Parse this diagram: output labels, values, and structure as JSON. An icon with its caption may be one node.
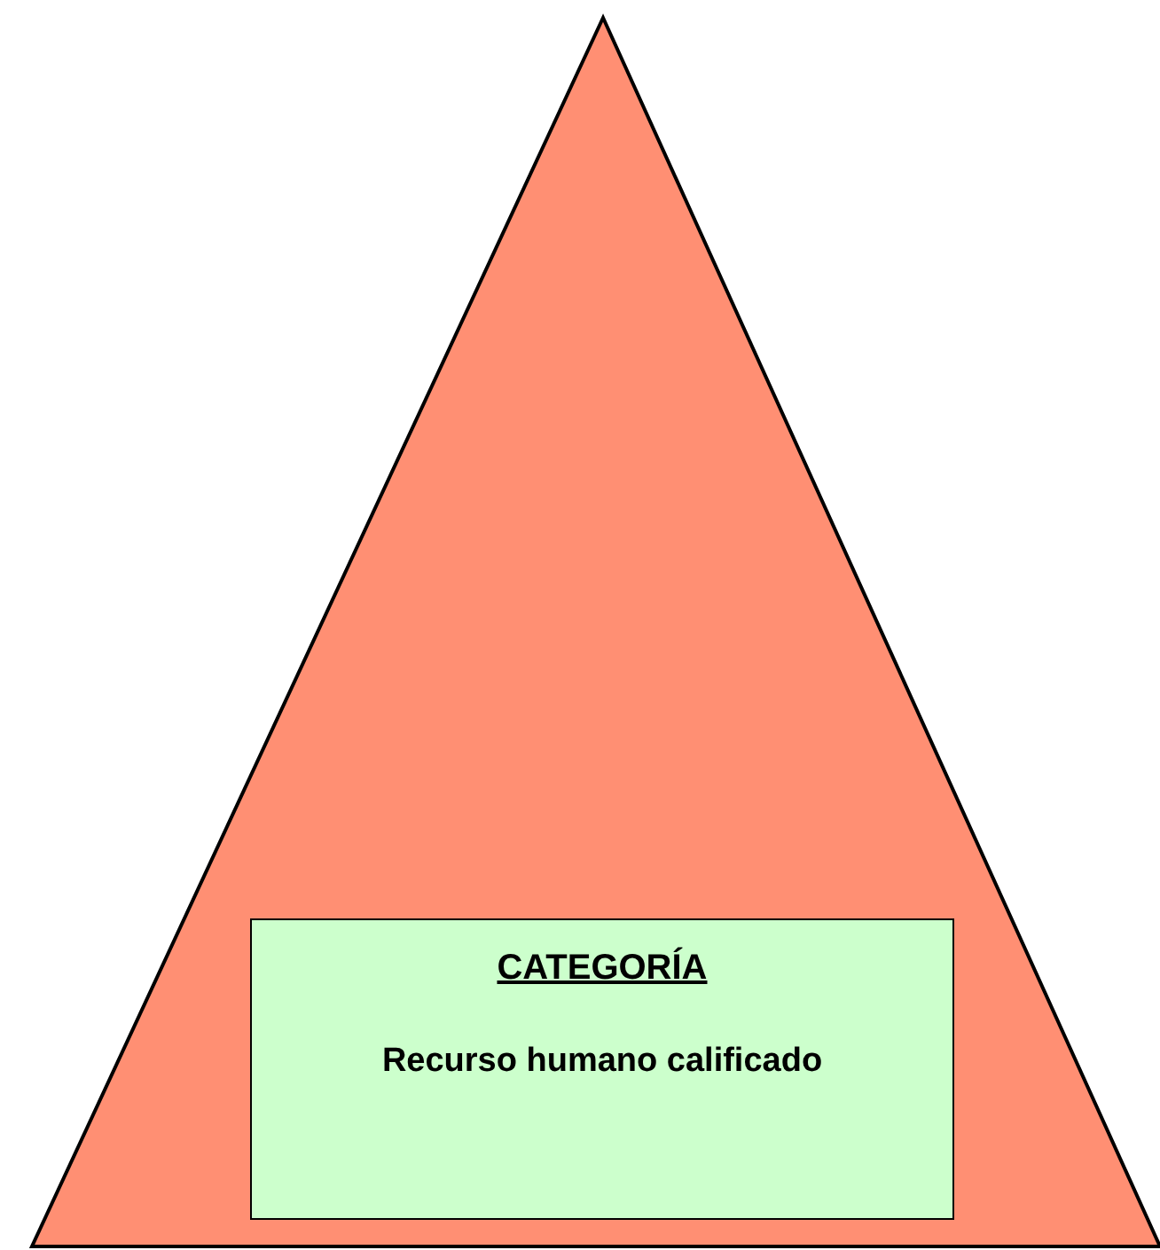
{
  "diagram": {
    "nodes": [
      {
        "text": [],
        "shape": "triangle"
      },
      {
        "text": [
          "CATEGORÍA",
          "Recurso humano calificado"
        ],
        "in": 0
      }
    ]
  }
}
